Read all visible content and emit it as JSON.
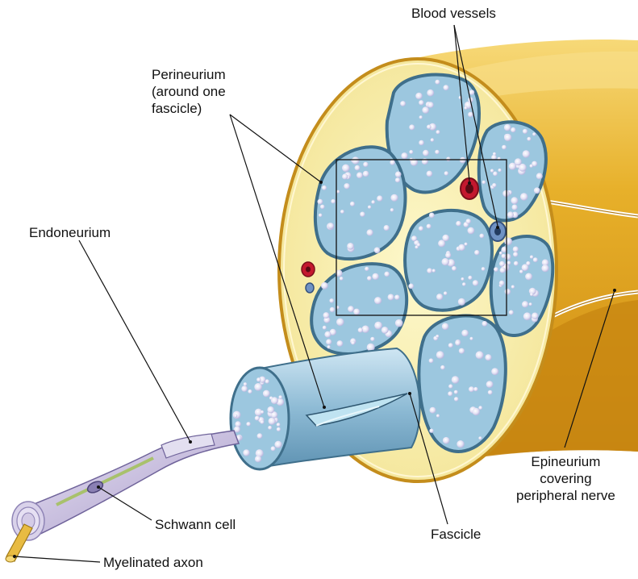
{
  "labels": {
    "blood_vessels": "Blood vessels",
    "perineurium": [
      "Perineurium",
      "(around one",
      "fascicle)"
    ],
    "endoneurium": "Endoneurium",
    "epineurium": [
      "Epineurium",
      "covering",
      "peripheral nerve"
    ],
    "schwann_cell": "Schwann cell",
    "fascicle": "Fascicle",
    "myelinated_axon": "Myelinated axon"
  },
  "colors": {
    "epineurium_outer": "#e7b02a",
    "epineurium_shade": "#c98a12",
    "epineurium_light": "#f6dc7e",
    "section_fill": "#fbf3b3",
    "fascicle_fill": "#9cc7df",
    "fascicle_border": "#3f6f8b",
    "fiber_dot": "#dde0f2",
    "artery": "#c4182e",
    "vein": "#6f92c4",
    "axon_gold": "#e8bb42",
    "schwann": "#c9bfe0",
    "line": "#111111"
  }
}
